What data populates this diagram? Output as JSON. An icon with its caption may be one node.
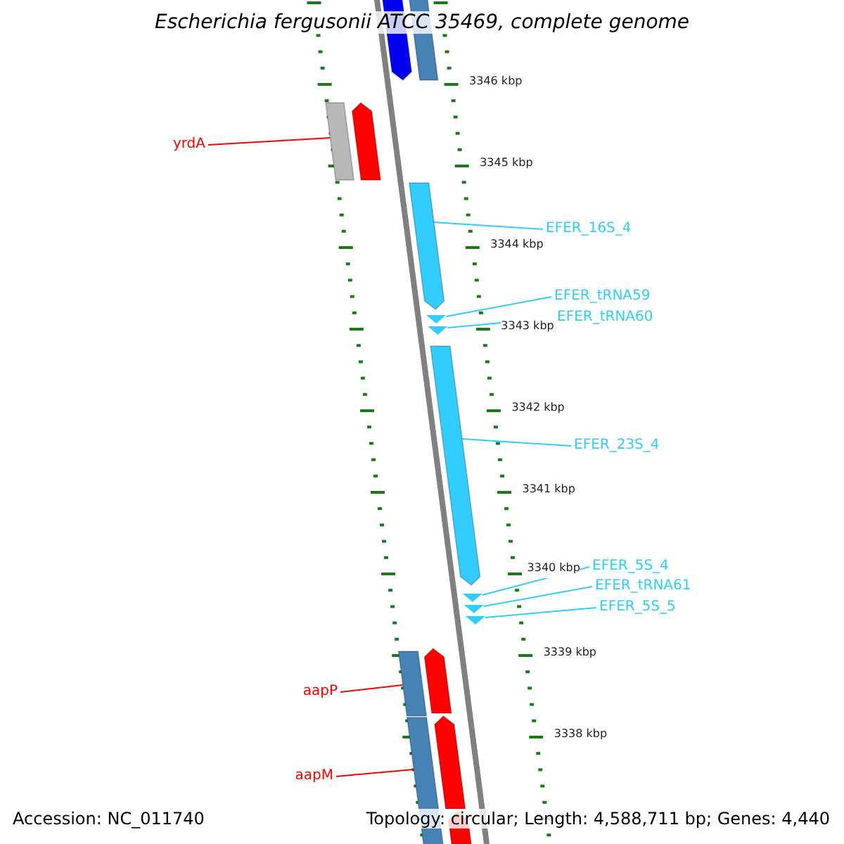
{
  "diagram": {
    "title": "Escherichia fergusonii ATCC 35469, complete genome",
    "nodes": [
      {
        "text": [
          "yrdA"
        ]
      },
      {
        "text": [],
        "shape": "bar"
      },
      {
        "text": [
          "EFER_16S_4"
        ]
      },
      {
        "text": [],
        "shape": "bar"
      },
      {
        "text": [
          "EFER_tRNA59"
        ]
      },
      {
        "text": [],
        "shape": "triangle"
      },
      {
        "text": [
          "EFER_tRNA60"
        ]
      },
      {
        "text": [],
        "shape": "triangle"
      },
      {
        "text": [
          "EFER_23S_4"
        ]
      },
      {
        "text": [],
        "shape": "bar"
      },
      {
        "text": [
          "EFER_5S_4"
        ]
      },
      {
        "text": [],
        "shape": "triangle"
      },
      {
        "text": [
          "EFER_tRNA61"
        ]
      },
      {
        "text": [],
        "shape": "triangle"
      },
      {
        "text": [
          "EFER_5S_5"
        ]
      },
      {
        "text": [],
        "shape": "triangle"
      },
      {
        "text": [
          "aapP"
        ]
      },
      {
        "text": [],
        "shape": "bar"
      },
      {
        "text": [
          "aapM"
        ]
      },
      {
        "text": [],
        "shape": "bar"
      }
    ],
    "edges": [
      {
        "from": 0,
        "to": 1,
        "arrow": "none",
        "color": "#ff0000"
      },
      {
        "from": 2,
        "to": 3,
        "arrow": "none"
      },
      {
        "from": 4,
        "to": 5,
        "arrow": "none"
      },
      {
        "from": 6,
        "to": 7,
        "arrow": "none"
      },
      {
        "from": 8,
        "to": 9,
        "arrow": "none"
      },
      {
        "from": 10,
        "to": 11,
        "arrow": "none"
      },
      {
        "from": 12,
        "to": 13,
        "arrow": "none"
      },
      {
        "from": 14,
        "to": 15,
        "arrow": "none"
      },
      {
        "from": 16,
        "to": 17,
        "arrow": "none",
        "color": "#ff0000"
      },
      {
        "from": 18,
        "to": 19,
        "arrow": "none",
        "color": "#ff0000"
      }
    ],
    "labels": [
      "3346 kbp",
      "3345 kbp",
      "3344 kbp",
      "3343 kbp",
      "3342 kbp",
      "3341 kbp",
      "3340 kbp",
      "3339 kbp",
      "3338 kbp",
      "Accession: NC_011740",
      "Topology: circular; Length: 4,588,711 bp; Genes: 4,440"
    ]
  }
}
